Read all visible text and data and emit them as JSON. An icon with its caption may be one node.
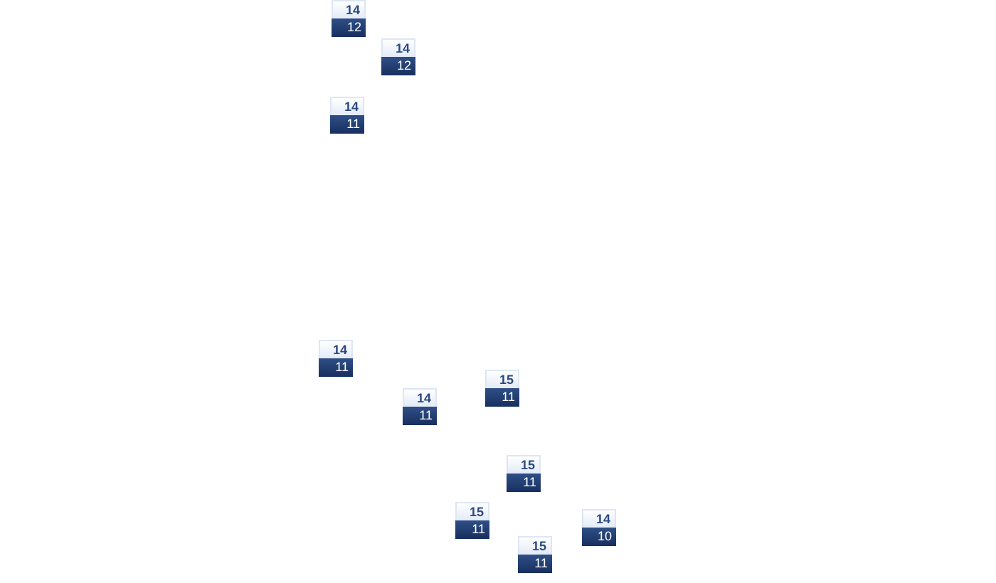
{
  "diagram": {
    "nodes": [
      {
        "text": [
          "14",
          "12"
        ]
      },
      {
        "text": [
          "14",
          "12"
        ]
      },
      {
        "text": [
          "14",
          "11"
        ]
      },
      {
        "text": [
          "14",
          "11"
        ]
      },
      {
        "text": [
          "14",
          "11"
        ]
      },
      {
        "text": [
          "15",
          "11"
        ]
      },
      {
        "text": [
          "15",
          "11"
        ]
      },
      {
        "text": [
          "15",
          "11"
        ]
      },
      {
        "text": [
          "14",
          "10"
        ]
      },
      {
        "text": [
          "15",
          "11"
        ]
      }
    ]
  }
}
